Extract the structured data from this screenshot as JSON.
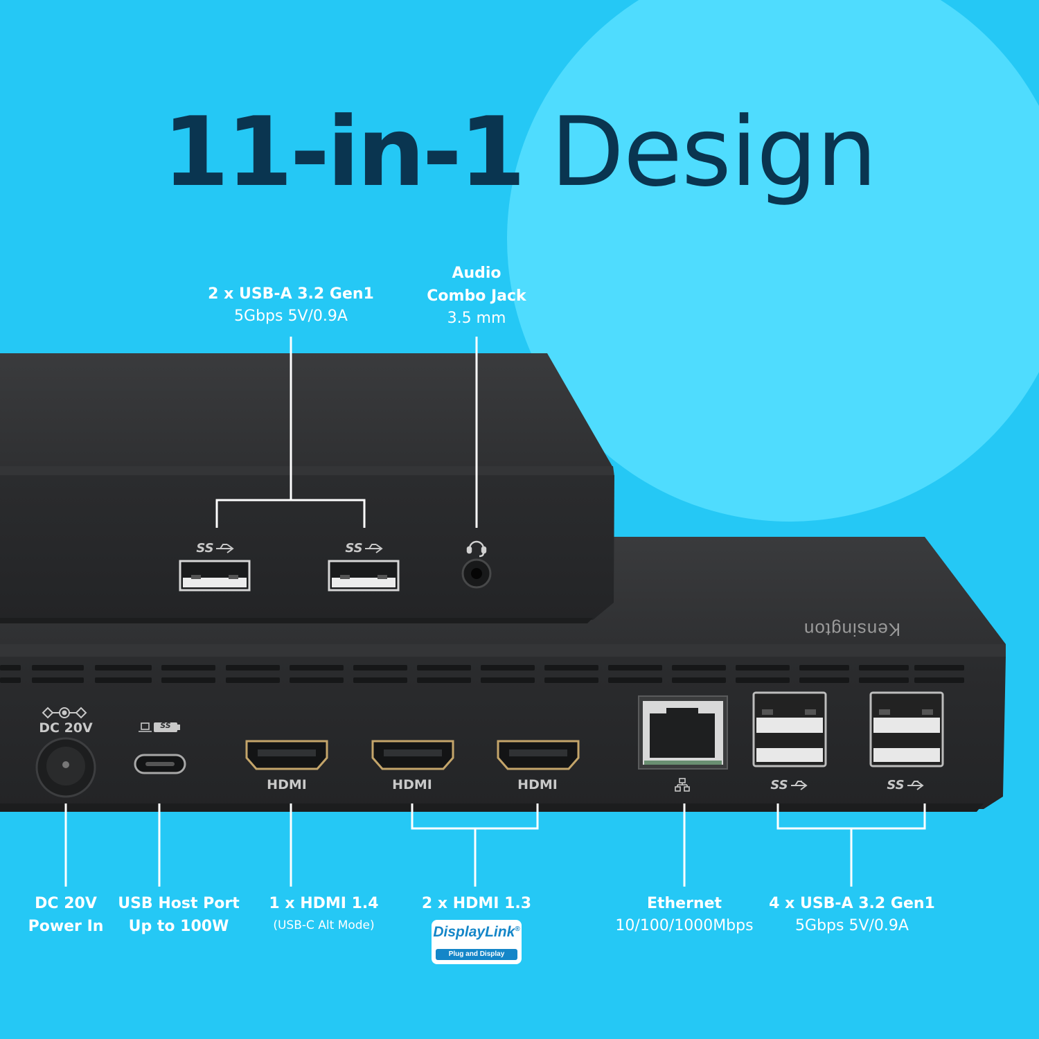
{
  "title": {
    "bold": "11-in-1",
    "light": "Design"
  },
  "colors": {
    "background": "#25c8f5",
    "circle": "#4fdcfe",
    "device": "#2f3032",
    "title": "#0a3550"
  },
  "labels": {
    "usb_top": {
      "title": "2 x USB-A 3.2 Gen1",
      "sub": "5Gbps 5V/0.9A"
    },
    "audio": {
      "line1": "Audio",
      "line2": "Combo Jack",
      "sub": "3.5 mm"
    },
    "dc": {
      "line1": "DC 20V",
      "line2": "Power In"
    },
    "host": {
      "line1": "USB Host Port",
      "line2": "Up to 100W"
    },
    "hdmi14": {
      "title": "1 x HDMI 1.4",
      "sub": "(USB-C Alt Mode)"
    },
    "hdmi13": {
      "title": "2 x HDMI 1.3"
    },
    "ethernet": {
      "title": "Ethernet",
      "sub": "10/100/1000Mbps"
    },
    "usb_bottom": {
      "title": "4 x USB-A 3.2 Gen1",
      "sub": "5Gbps 5V/0.9A"
    }
  },
  "device": {
    "brand": "Kensington",
    "hdmi_port_labels": [
      "HDMI",
      "HDMI",
      "HDMI"
    ],
    "dc_marking": "DC 20V",
    "usb_logo": "SS",
    "icons": [
      "usb-ss-icon",
      "headset-icon",
      "dc-polarity-icon",
      "laptop-icon",
      "network-icon"
    ]
  },
  "badge": {
    "name": "DisplayLink",
    "mark": "®",
    "tagline": "Plug and Display"
  }
}
